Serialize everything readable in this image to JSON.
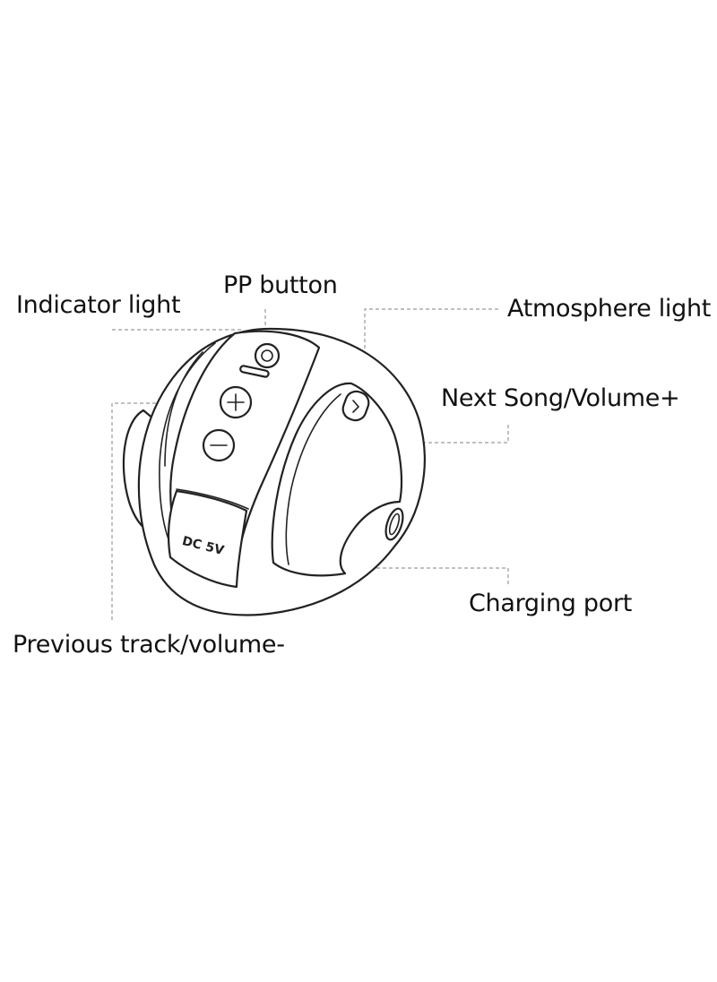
{
  "labels": {
    "indicator_light": "Indicator light",
    "pp_button": "PP button",
    "atmosphere_light": "Atmosphere light",
    "next_song": "Next Song/Volume+",
    "charging_port": "Charging port",
    "previous_track": "Previous track/volume-"
  },
  "device": {
    "port_marking": "DC 5V"
  }
}
